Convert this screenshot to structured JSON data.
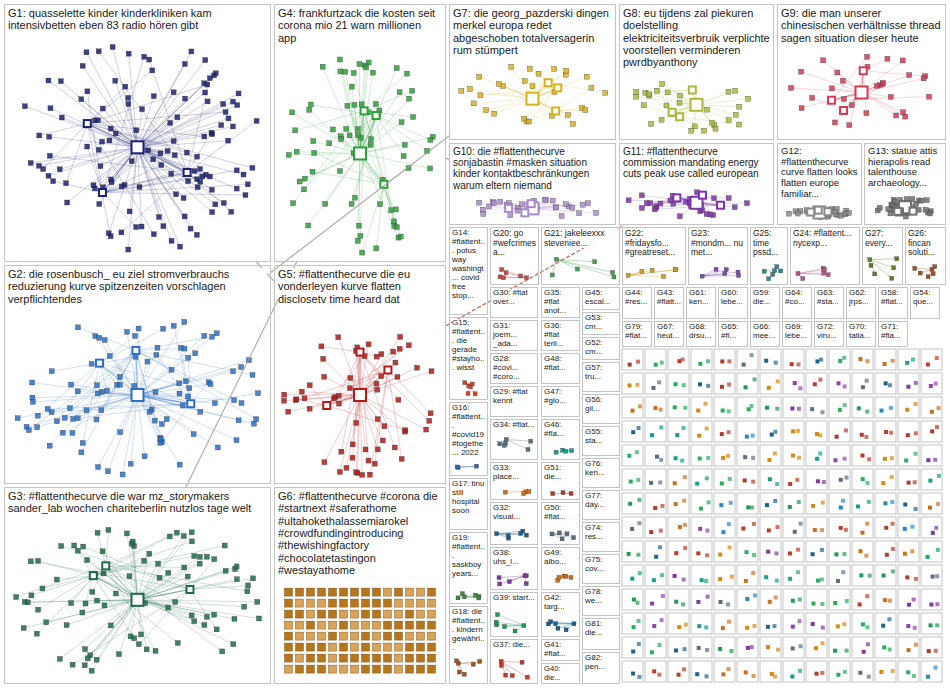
{
  "diagram": {
    "nodes": [
      {
        "text": [
          "G1: quasselette kinder kinderkliniken kam intensivbetten eben 83 radio hören gibt"
        ]
      },
      {
        "text": [
          "G4: frankfurtzack die kosten seit corona mio 21 warn millionen app"
        ]
      },
      {
        "text": [
          "G7: die georg_pazderski dingen merkel europa redet abgeschoben totalversagerin rum stümpert"
        ]
      },
      {
        "text": [
          "G8: eu tijdens zal piekuren doelstelling elektriciteitsverbruik verplichte voorstellen verminderen pwrdbyanthony"
        ]
      },
      {
        "text": [
          "G9: die man unserer chinesischen verhältnisse thread sagen situation dieser heute"
        ]
      },
      {
        "text": [
          "G10: die #flattenthecurve sonjabastin #masken situation kinder kontaktbeschränkungen warum eltern niemand"
        ]
      },
      {
        "text": [
          "G11: #flattenthecurve commission mandating energy cuts peak use called european"
        ]
      },
      {
        "text": [
          "G12: #flattenthecurve curve flatten looks flatten europe familiar..."
        ]
      },
      {
        "text": [
          "G13: statue attis hierapolis read talenthouse archaeology..."
        ]
      },
      {
        "text": [
          "G2: die rosenbusch_ eu ziel stromverbrauchs reduzierung kurve spitzenzeiten vorschlagen verpflichtendes"
        ]
      },
      {
        "text": [
          "G5: #flattenthecurve die eu vonderleyen kurve flatten disclosetv time heard dat"
        ]
      },
      {
        "text": [
          "G3: #flattenthecurve die war mz_storymakers sander_lab wochen chariteberlin nutzlos tage welt"
        ]
      },
      {
        "text": [
          "G6: #flattenthecurve #corona die #startnext #saferathome #ultahokethalassemiarokel #crowdfundingintroducing #thewishingfactory #chocolatetastingon #westayathome"
        ]
      },
      {
        "text": [
          "G14: #flattent... potus way washingt... covid free stop..."
        ]
      },
      {
        "text": [
          "G20: go #wefcrimesa..."
        ]
      },
      {
        "text": [
          "G21: jakeleexxx steveniee..."
        ]
      },
      {
        "text": [
          "G22: #fridaysfo... #greatreset..."
        ]
      },
      {
        "text": [
          "G23: #mondm... nu met..."
        ]
      },
      {
        "text": [
          "G25: time pssd..."
        ]
      },
      {
        "text": [
          "G24: #flattent... nycexp..."
        ]
      },
      {
        "text": [
          "G27: every..."
        ]
      },
      {
        "text": [
          "G26: fincan soluti..."
        ]
      },
      {
        "text": [
          "G15: #flattent... die gerade #stayho... wisst"
        ]
      },
      {
        "text": [
          "G16: #flattent... #covid19 #togethe... 2022"
        ]
      },
      {
        "text": [
          "G17: tinu still hospital soon"
        ]
      },
      {
        "text": [
          "G19: #flattent... saskboy years..."
        ]
      },
      {
        "text": [
          "G18: die #flattent... kindern gewährl..."
        ]
      },
      {
        "text": [
          "G30: #flat over..."
        ]
      },
      {
        "text": [
          "G31: joem... _ada..."
        ]
      },
      {
        "text": [
          "G28: #covi... #coro..."
        ]
      },
      {
        "text": [
          "G29: #flat kennt"
        ]
      },
      {
        "text": [
          "G34: #flat..."
        ]
      },
      {
        "text": [
          "G33: place..."
        ]
      },
      {
        "text": [
          "G32: visual..."
        ]
      },
      {
        "text": [
          "G38: uhs_l..."
        ]
      },
      {
        "text": [
          "G39: start..."
        ]
      },
      {
        "text": [
          "G37: die..."
        ]
      },
      {
        "text": [
          "G35: #flat anot..."
        ]
      },
      {
        "text": [
          "G36: #flat terli..."
        ]
      },
      {
        "text": [
          "G48: #flat..."
        ]
      },
      {
        "text": [
          "G47: #glo..."
        ]
      },
      {
        "text": [
          "G46: #fla..."
        ]
      },
      {
        "text": [
          "G51: die..."
        ]
      },
      {
        "text": [
          "G50: #flat..."
        ]
      },
      {
        "text": [
          "G49: albo..."
        ]
      },
      {
        "text": [
          "G42: targ..."
        ]
      },
      {
        "text": [
          "G41: #flat..."
        ]
      },
      {
        "text": [
          "G40: die..."
        ]
      },
      {
        "text": [
          "G45: escal..."
        ]
      },
      {
        "text": [
          "G53: cm..."
        ]
      },
      {
        "text": [
          "G52: cm..."
        ]
      },
      {
        "text": [
          "G57: tru..."
        ]
      },
      {
        "text": [
          "G56: gil..."
        ]
      },
      {
        "text": [
          "G55: sta..."
        ]
      },
      {
        "text": [
          "G76: ken..."
        ]
      },
      {
        "text": [
          "G77: day..."
        ]
      },
      {
        "text": [
          "G74: res..."
        ]
      },
      {
        "text": [
          "G75: cov..."
        ]
      },
      {
        "text": [
          "G78: we..."
        ]
      },
      {
        "text": [
          "G81: die..."
        ]
      },
      {
        "text": [
          "G82: pen..."
        ]
      },
      {
        "text": [
          "G44: #res..."
        ]
      },
      {
        "text": [
          "G43: #flatt..."
        ]
      },
      {
        "text": [
          "G61: ken..."
        ]
      },
      {
        "text": [
          "G60: lebe..."
        ]
      },
      {
        "text": [
          "G59: die..."
        ]
      },
      {
        "text": [
          "G64: #co..."
        ]
      },
      {
        "text": [
          "G63: #sta..."
        ]
      },
      {
        "text": [
          "G62: jrps..."
        ]
      },
      {
        "text": [
          "G58: #flat..."
        ]
      },
      {
        "text": [
          "G54: que..."
        ]
      },
      {
        "text": [
          "G79: #flat..."
        ]
      },
      {
        "text": [
          "G67: heut..."
        ]
      },
      {
        "text": [
          "G68: drsu..."
        ]
      },
      {
        "text": [
          "G65: #fl..."
        ]
      },
      {
        "text": [
          "G66: mee..."
        ]
      },
      {
        "text": [
          "G69: lebe..."
        ]
      },
      {
        "text": [
          "G72: viru..."
        ]
      },
      {
        "text": [
          "G70: talla..."
        ]
      },
      {
        "text": [
          "G71: #fla..."
        ]
      }
    ],
    "edges": [
      {
        "from": 0,
        "to": 10,
        "arrow": "none"
      },
      {
        "from": 11,
        "to": 1,
        "arrow": "none"
      },
      {
        "from": 9,
        "to": 2,
        "arrow": "none"
      },
      {
        "from": 10,
        "to": 6,
        "arrow": "none"
      },
      {
        "from": 1,
        "to": 5,
        "arrow": "none"
      }
    ]
  }
}
